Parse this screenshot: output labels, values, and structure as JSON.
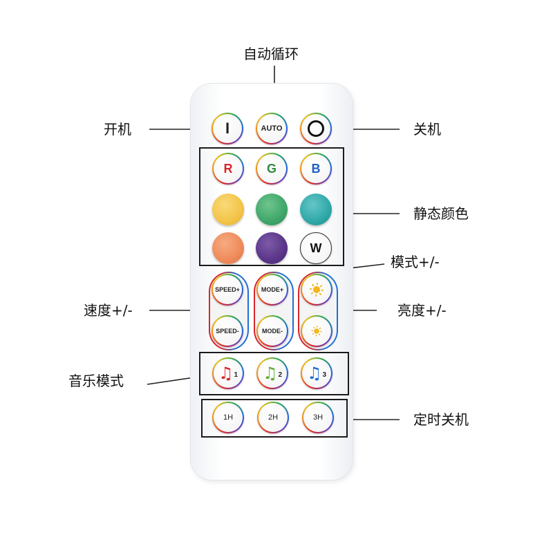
{
  "callouts": {
    "auto_cycle": "自动循环",
    "power_on": "开机",
    "power_off": "关机",
    "static_color": "静态颜色",
    "mode": "模式+/-",
    "speed": "速度+/-",
    "brightness": "亮度+/-",
    "music_mode": "音乐模式",
    "timer_off": "定时关机"
  },
  "buttons": {
    "on_symbol": "I",
    "auto": "AUTO",
    "r": "R",
    "g": "G",
    "b": "B",
    "w": "W",
    "speed_up": "SPEED+",
    "speed_down": "SPEED-",
    "mode_up": "MODE+",
    "mode_down": "MODE-",
    "music_1": "1",
    "music_2": "2",
    "music_3": "3",
    "timer_1h": "1H",
    "timer_2h": "2H",
    "timer_3h": "3H"
  },
  "icons": {
    "on": "power-on-bar-icon",
    "off": "power-off-ring-icon",
    "brightness": "sun-icon",
    "music": "music-note-icon"
  },
  "colors": {
    "red": "#d8262a",
    "green": "#2f8a45",
    "blue": "#1e5fc0",
    "swatch_yellow": "#f3c449",
    "swatch_green": "#3fa66a",
    "swatch_cyan": "#2fa8a8",
    "swatch_orange": "#ef8a5a",
    "swatch_purple": "#5a3588"
  }
}
